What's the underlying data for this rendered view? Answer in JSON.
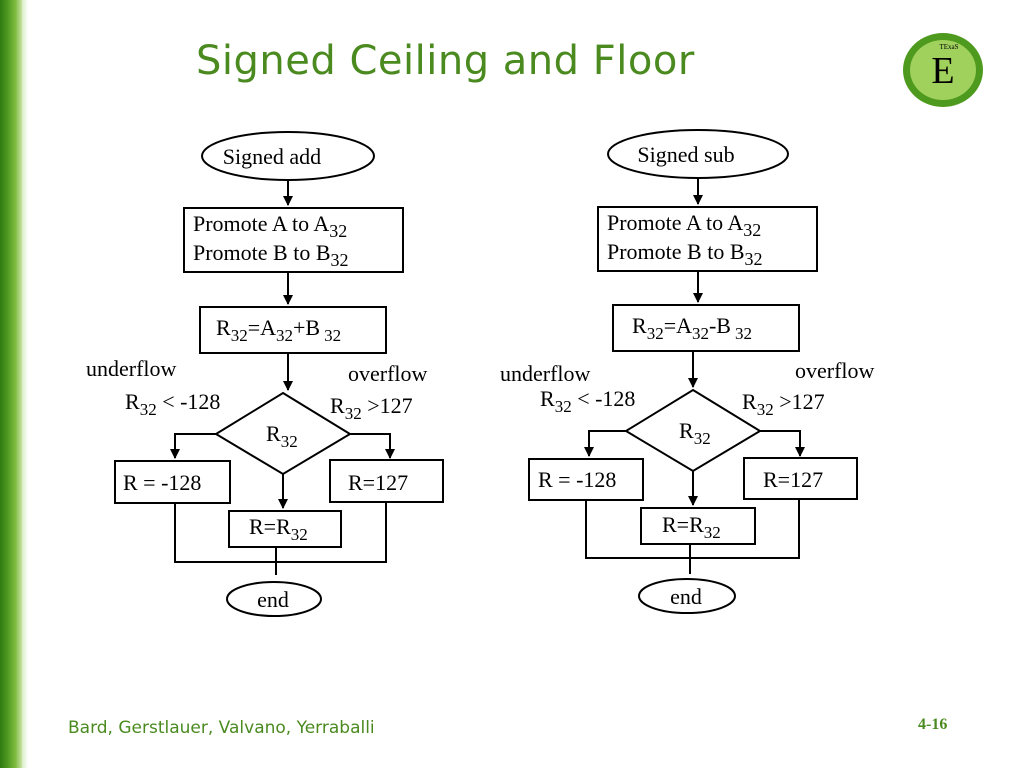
{
  "slide": {
    "title": "Signed Ceiling and Floor",
    "footer_authors": "Bard, Gerstlauer, Valvano, Yerraballi",
    "page_number": "4-16"
  },
  "logo": {
    "letter": "E",
    "texts": [
      "TExaS"
    ],
    "colors": {
      "outer": "#4e9a1e",
      "inner": "#9fd15c",
      "letter": "#1b4d00"
    }
  },
  "colors": {
    "title": "#4a8a1f",
    "footer": "#4a8a1f",
    "lines": "#000000"
  },
  "flowcharts": {
    "add": {
      "start": "Signed add",
      "promote_a": "Promote A to A",
      "promote_a_sub": "32",
      "promote_b": "Promote B to B",
      "promote_b_sub": "32",
      "op_r": "R",
      "op_r_sub": "32",
      "op_eq_a": "=A",
      "op_a_sub": "32",
      "op_sym_b": "+B",
      "op_b_sub": "32",
      "underflow_label": "underflow",
      "overflow_label": "overflow",
      "under_cond_r": "R",
      "under_cond_sub": "32",
      "under_cond_rest": " < -128",
      "over_cond_r": "R",
      "over_cond_sub": "32",
      "over_cond_rest": " >127",
      "decision_r": "R",
      "decision_sub": "32",
      "left_box": "R = -128",
      "right_box": "R=127",
      "mid_box_main": "R=R",
      "mid_box_sub": "32",
      "end": "end"
    },
    "sub": {
      "start": "Signed sub",
      "promote_a": "Promote A to A",
      "promote_a_sub": "32",
      "promote_b": "Promote B to B",
      "promote_b_sub": "32",
      "op_r": "R",
      "op_r_sub": "32",
      "op_eq_a": "=A",
      "op_a_sub": "32",
      "op_sym_b": "-B",
      "op_b_sub": "32",
      "underflow_label": "underflow",
      "overflow_label": "overflow",
      "under_cond_r": "R",
      "under_cond_sub": "32",
      "under_cond_rest": " < -128",
      "over_cond_r": "R",
      "over_cond_sub": "32",
      "over_cond_rest": " >127",
      "decision_r": "R",
      "decision_sub": "32",
      "left_box": "R = -128",
      "right_box": "R=127",
      "mid_box_main": "R=R",
      "mid_box_sub": "32",
      "end": "end"
    }
  }
}
